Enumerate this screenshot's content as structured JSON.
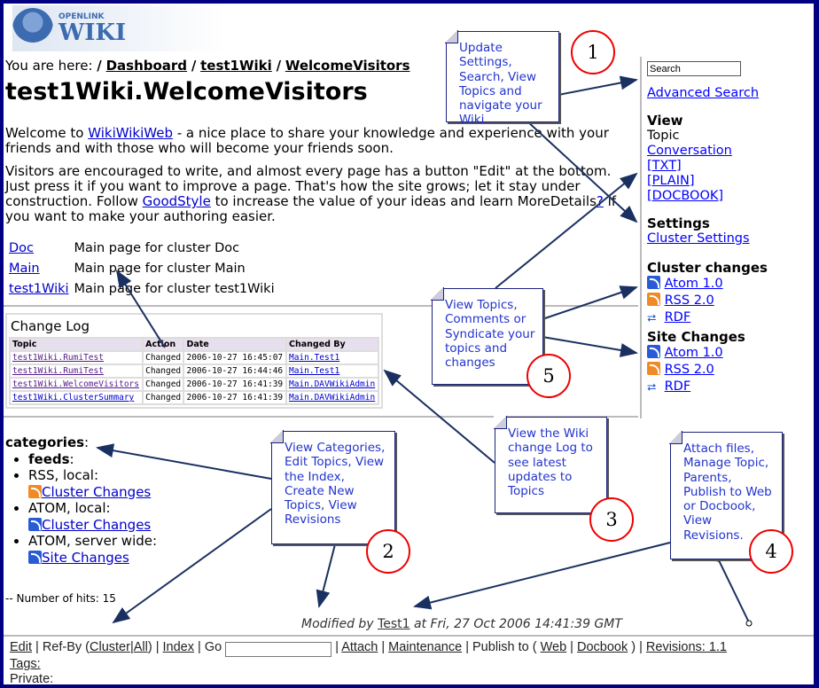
{
  "logo": {
    "line1": "OPENLINK",
    "line2": "WIKI"
  },
  "breadcrumb": {
    "prefix": "You are here:",
    "items": [
      "Dashboard",
      "test1Wiki",
      "WelcomeVisitors"
    ],
    "sep": "/"
  },
  "title": "test1Wiki.WelcomeVisitors",
  "intro": {
    "p1a": "Welcome to ",
    "p1link": "WikiWikiWeb",
    "p1b": " - a nice place to share your knowledge and experience with your friends and with those who will become your friends soon.",
    "p2a": "Visitors are encouraged to write, and almost every page has a button \"Edit\" at the bottom. Just press it if you want to improve a page. That's how the site grows; let it stay under construction. Follow ",
    "p2link": "GoodStyle",
    "p2b": " to increase the value of your ideas and learn MoreDetails",
    "p2q": "?",
    "p2c": " if you want to make your authoring easier."
  },
  "clusters": [
    {
      "name": "Doc",
      "desc": "Main page for cluster Doc"
    },
    {
      "name": "Main",
      "desc": "Main page for cluster Main"
    },
    {
      "name": "test1Wiki",
      "desc": "Main page for cluster test1Wiki"
    }
  ],
  "changelog": {
    "title": "Change Log",
    "headers": [
      "Topic",
      "Action",
      "Date",
      "Changed By"
    ],
    "rows": [
      [
        "test1Wiki.RumiTest",
        "Changed",
        "2006-10-27 16:45:07",
        "Main.Test1"
      ],
      [
        "test1Wiki.RumiTest",
        "Changed",
        "2006-10-27 16:44:46",
        "Main.Test1"
      ],
      [
        "test1Wiki.WelcomeVisitors",
        "Changed",
        "2006-10-27 16:41:39",
        "Main.DAVWikiAdmin"
      ],
      [
        "test1Wiki.ClusterSummary",
        "Changed",
        "2006-10-27 16:41:39",
        "Main.DAVWikiAdmin"
      ]
    ]
  },
  "categories": {
    "title": "categories",
    "feeds": "feeds",
    "rss_local": "RSS, local:",
    "atom_local": "ATOM, local:",
    "atom_server": "ATOM, server wide:",
    "cluster_changes": "Cluster Changes",
    "site_changes": "Site Changes"
  },
  "hits": "-- Number of hits: 15",
  "modified": {
    "a": "Modified by ",
    "user": "Test1",
    "b": " at Fri, 27 Oct 2006 14:41:39 GMT"
  },
  "footer": {
    "edit": "Edit",
    "refby": "Ref-By (",
    "cluster": "Cluster",
    "all": "All",
    "index": "Index",
    "go": "Go",
    "go_value": "",
    "attach": "Attach",
    "maintenance": "Maintenance",
    "publish": "Publish to (",
    "web": "Web",
    "docbook": "Docbook",
    "revisions": "Revisions: 1.1",
    "tags": "Tags:",
    "private": "Private:"
  },
  "sidebar": {
    "search_value": "Search",
    "advanced": "Advanced Search",
    "view": "View",
    "topic": "Topic",
    "conversation": "Conversation",
    "txt": "[TXT]",
    "plain": "[PLAIN]",
    "docbook": "[DOCBOOK]",
    "settings": "Settings",
    "cluster_settings": "Cluster Settings",
    "cluster_changes": "Cluster changes",
    "site_changes": "Site Changes",
    "atom": "Atom 1.0",
    "rss": "RSS 2.0",
    "rdf": "RDF"
  },
  "callouts": [
    {
      "num": "1",
      "text": "Update Settings, Search, View Topics and navigate your Wiki"
    },
    {
      "num": "2",
      "text": "View Categories, Edit Topics, View the Index, Create New Topics, View Revisions"
    },
    {
      "num": "3",
      "text": "View the Wiki change Log to see latest updates to Topics"
    },
    {
      "num": "4",
      "text": "Attach files, Manage Topic, Parents, Publish to Web or Docbook, View Revisions."
    },
    {
      "num": "5",
      "text": "View Topics, Comments or Syndicate your topics and changes"
    }
  ]
}
